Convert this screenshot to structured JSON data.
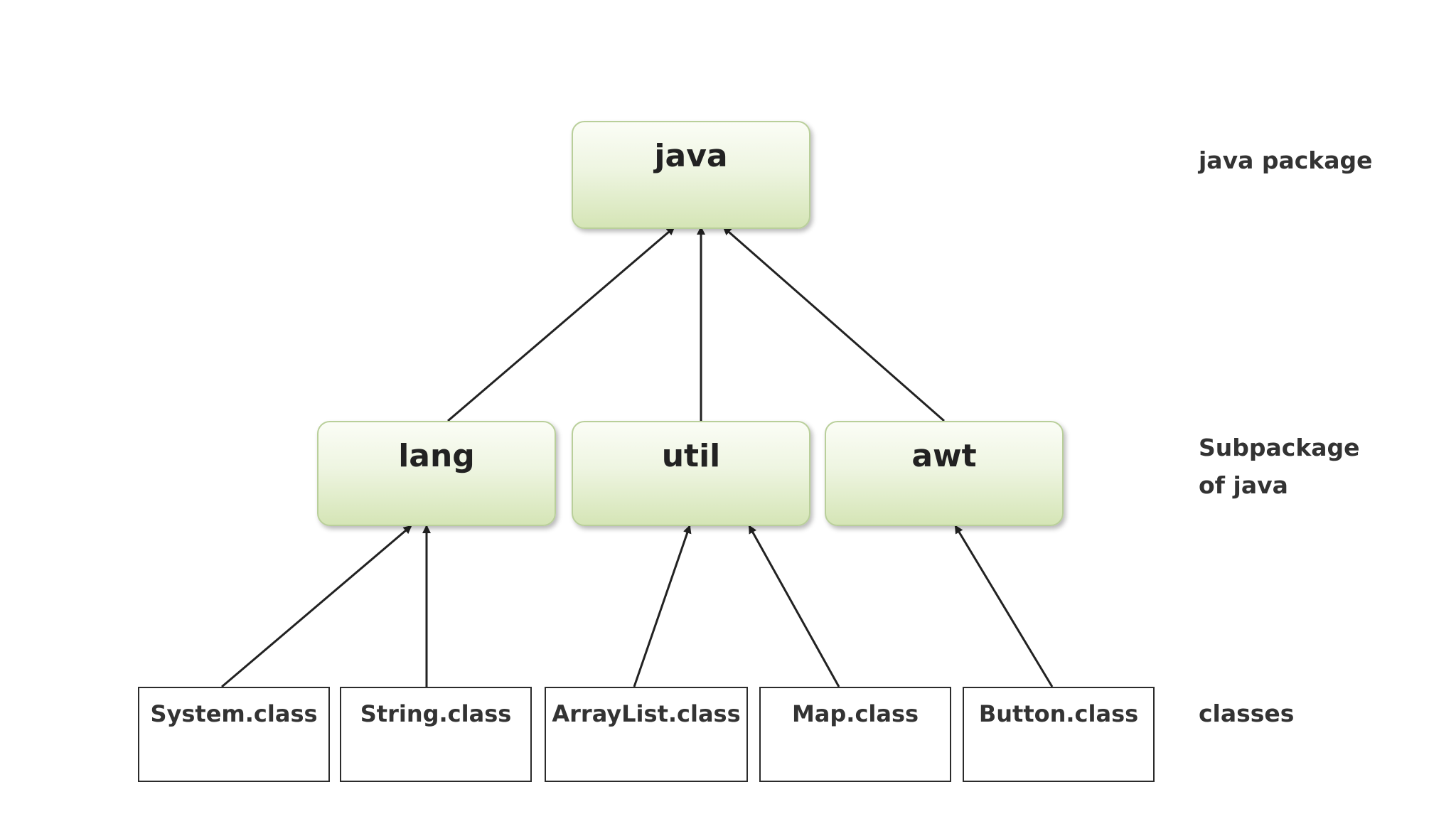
{
  "packages": {
    "root": "java",
    "sub": [
      "lang",
      "util",
      "awt"
    ]
  },
  "classes": [
    "System.class",
    "String.class",
    "ArrayList.class",
    "Map.class",
    "Button.class"
  ],
  "side_labels": {
    "package": "java package",
    "subpackage_line1": "Subpackage",
    "subpackage_line2": "of java",
    "classes": "classes"
  },
  "colors": {
    "box_fill_top": "#fbfdf6",
    "box_fill_bottom": "#d5e5b6",
    "box_border": "#b9cf9a",
    "arrow": "#222222"
  }
}
